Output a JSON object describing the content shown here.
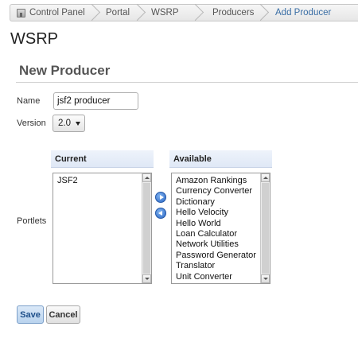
{
  "breadcrumb": {
    "items": [
      "Control Panel",
      "Portal",
      "WSRP",
      "Producers",
      "Add Producer"
    ]
  },
  "page": {
    "title": "WSRP",
    "section_title": "New Producer"
  },
  "form": {
    "name_label": "Name",
    "name_value": "jsf2 producer",
    "version_label": "Version",
    "version_value": "2.0",
    "portlets_label": "Portlets",
    "current_header": "Current",
    "available_header": "Available",
    "current_items": [
      "JSF2"
    ],
    "available_items": [
      "Amazon Rankings",
      "Currency Converter",
      "Dictionary",
      "Hello Velocity",
      "Hello World",
      "Loan Calculator",
      "Network Utilities",
      "Password Generator",
      "Translator",
      "Unit Converter"
    ]
  },
  "actions": {
    "save_label": "Save",
    "cancel_label": "Cancel"
  }
}
